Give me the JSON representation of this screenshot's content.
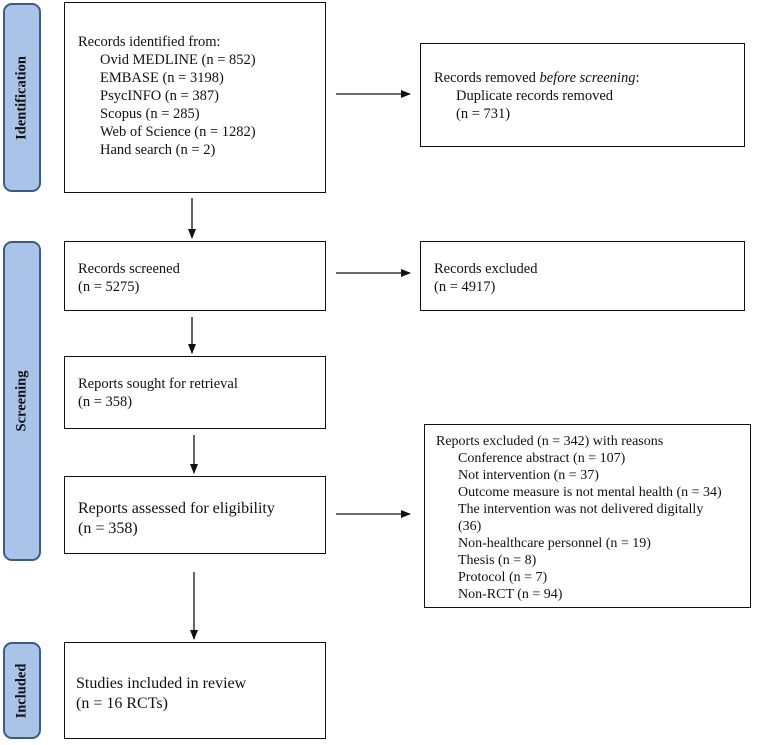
{
  "phases": {
    "identification": "Identification",
    "screening": "Screening",
    "included": "Included"
  },
  "identified": {
    "header": "Records identified from:",
    "sources": [
      "Ovid MEDLINE (n = 852)",
      "EMBASE (n = 3198)",
      "PsycINFO (n = 387)",
      "Scopus (n = 285)",
      "Web of Science (n = 1282)",
      "Hand search (n = 2)"
    ]
  },
  "removed": {
    "label_prefix": "Records removed ",
    "label_emph": "before screening",
    "label_suffix": ":",
    "item": "Duplicate records removed",
    "count": "(n = 731)"
  },
  "screened": {
    "label": "Records screened",
    "count": "(n = 5275)"
  },
  "excluded": {
    "label": "Records excluded",
    "count": "(n = 4917)"
  },
  "sought": {
    "label": "Reports sought for retrieval",
    "count": "(n = 358)"
  },
  "assessed": {
    "label": "Reports assessed for eligibility",
    "count": "(n = 358)"
  },
  "reports_excluded": {
    "header": "Reports excluded (n = 342) with reasons",
    "reasons": [
      "Conference abstract (n = 107)",
      "Not intervention (n = 37)",
      "Outcome measure is not mental health (n = 34)",
      "The intervention was not delivered digitally",
      "(36)",
      "Non-healthcare personnel (n = 19)",
      "Thesis (n = 8)",
      "Protocol (n = 7)",
      "Non-RCT (n = 94)"
    ]
  },
  "included": {
    "label": "Studies included in review",
    "count": "(n = 16 RCTs)"
  }
}
